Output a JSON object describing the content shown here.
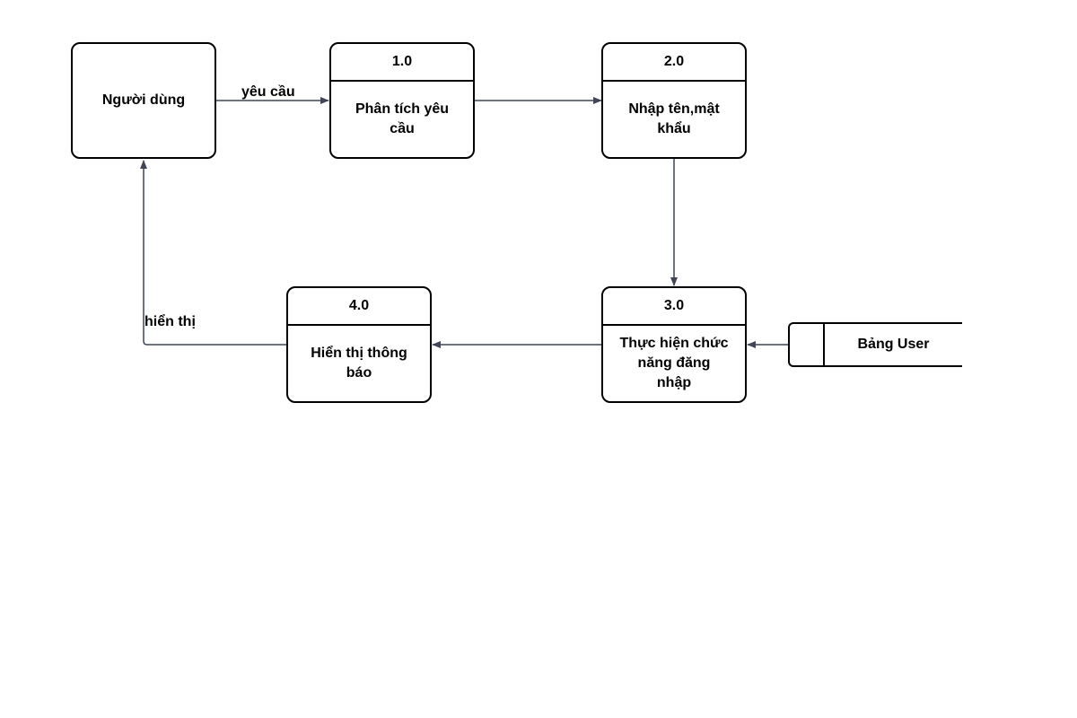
{
  "entity": {
    "label": "Người dùng"
  },
  "processes": [
    {
      "id": "1.0",
      "name": "Phân tích yêu cầu"
    },
    {
      "id": "2.0",
      "name": "Nhập tên,mật khẩu"
    },
    {
      "id": "3.0",
      "name": "Thực hiện chức năng đăng nhập"
    },
    {
      "id": "4.0",
      "name": "Hiển thị thông báo"
    }
  ],
  "datastore": {
    "label": "Bảng User"
  },
  "flows": [
    {
      "from": "entity",
      "to": "process-1",
      "label": "yêu cầu"
    },
    {
      "from": "process-1",
      "to": "process-2",
      "label": ""
    },
    {
      "from": "process-2",
      "to": "process-3",
      "label": ""
    },
    {
      "from": "datastore",
      "to": "process-3",
      "label": ""
    },
    {
      "from": "process-3",
      "to": "process-4",
      "label": ""
    },
    {
      "from": "process-4",
      "to": "entity",
      "label": "hiển thị"
    }
  ],
  "colors": {
    "border": "#000000",
    "arrow": "#3f4654",
    "background": "#ffffff"
  }
}
